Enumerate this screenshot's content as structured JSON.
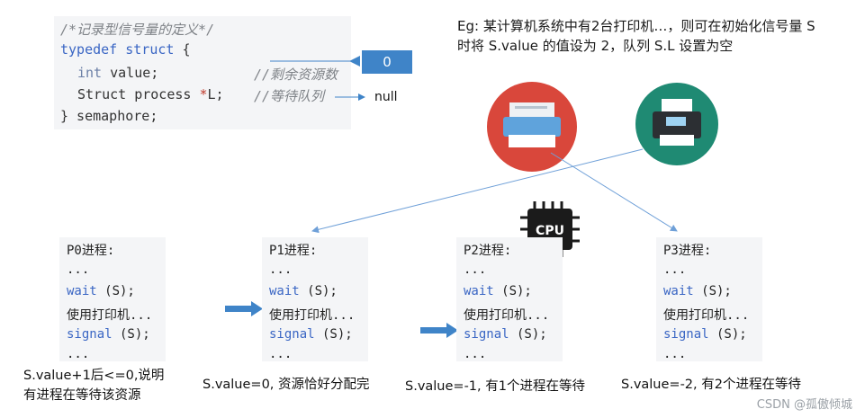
{
  "code": {
    "line1": "/*记录型信号量的定义*/",
    "line2_kw": "typedef struct",
    "line2_rest": " {",
    "line3_type": "int",
    "line3_rest": " value;",
    "line3_comment": "//剩余资源数",
    "line4_a": "Struct process ",
    "line4_star": "*",
    "line4_b": "L;",
    "line4_comment": "//等待队列",
    "line5": "} semaphore;"
  },
  "value_box": "0",
  "null_label": "null",
  "example_text": "Eg: 某计算机系统中有2台打印机…，则可在初始化信号量 S 时将 S.value 的值设为 2，队列 S.L 设置为空",
  "cpu_label": "CPU",
  "processes": [
    {
      "title": "P0进程:",
      "l1": "...",
      "l2_kw": "wait",
      "l2_rest": " (S);",
      "l3": "使用打印机...",
      "l4_kw": "signal",
      "l4_rest": " (S);",
      "l5": "..."
    },
    {
      "title": "P1进程:",
      "l1": "...",
      "l2_kw": "wait",
      "l2_rest": " (S);",
      "l3": "使用打印机...",
      "l4_kw": "signal",
      "l4_rest": " (S);",
      "l5": "..."
    },
    {
      "title": "P2进程:",
      "l1": "...",
      "l2_kw": "wait",
      "l2_rest": " (S);",
      "l3": "使用打印机...",
      "l4_kw": "signal",
      "l4_rest": " (S);",
      "l5": "..."
    },
    {
      "title": "P3进程:",
      "l1": "...",
      "l2_kw": "wait",
      "l2_rest": " (S);",
      "l3": "使用打印机...",
      "l4_kw": "signal",
      "l4_rest": " (S);",
      "l5": "..."
    }
  ],
  "captions": {
    "c0_line1": "S.value+1后<=0,说明",
    "c0_line2": "有进程在等待该资源",
    "c1": "S.value=0, 资源恰好分配完",
    "c2": "S.value=-1, 有1个进程在等待",
    "c3": "S.value=-2, 有2个进程在等待"
  },
  "watermark": "CSDN @孤傲倾城",
  "colors": {
    "accent_blue": "#3f84c8",
    "printer1_bg": "#d9473b",
    "printer2_bg": "#1f8a73",
    "arrow": "#6fa0d8"
  }
}
